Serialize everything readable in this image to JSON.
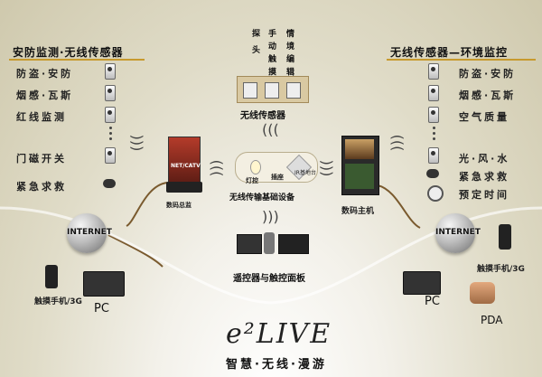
{
  "left_panel": {
    "title": "安防监测·无线传感器",
    "items": [
      "防盗·安防",
      "烟感·瓦斯",
      "红线监测",
      "门磁开关",
      "紧急求救"
    ]
  },
  "right_panel": {
    "title": "无线传感器—环境监控",
    "items": [
      "防盗·安防",
      "烟感·瓦斯",
      "空气质量",
      "光·风·水",
      "紧急求救",
      "预定时间"
    ]
  },
  "top_center": {
    "columns": [
      "探 头",
      "手 动 触 摸",
      "情 境 编 辑"
    ],
    "label": "无线传感器"
  },
  "center": {
    "device_labels": [
      "灯控",
      "插座",
      "IR基地台"
    ],
    "label": "无线传输基础设备"
  },
  "left_device": {
    "screen_text": "NET/CATV",
    "label": "数码总监"
  },
  "right_device": {
    "label": "数码主机"
  },
  "bottom_center": {
    "label": "遥控器与触控面板"
  },
  "internet_label": "INTERNET",
  "left_clients": {
    "phone": "触摸手机/3G",
    "pc": "PC"
  },
  "right_clients": {
    "phone": "触摸手机/3G",
    "pc": "PC",
    "pda": "PDA"
  },
  "brand": {
    "logo": "e²LIVE",
    "slogan": "智慧·无线·漫游"
  },
  "colors": {
    "accent_line": "#7a5a2e",
    "title_underline": "#c79a2e"
  }
}
